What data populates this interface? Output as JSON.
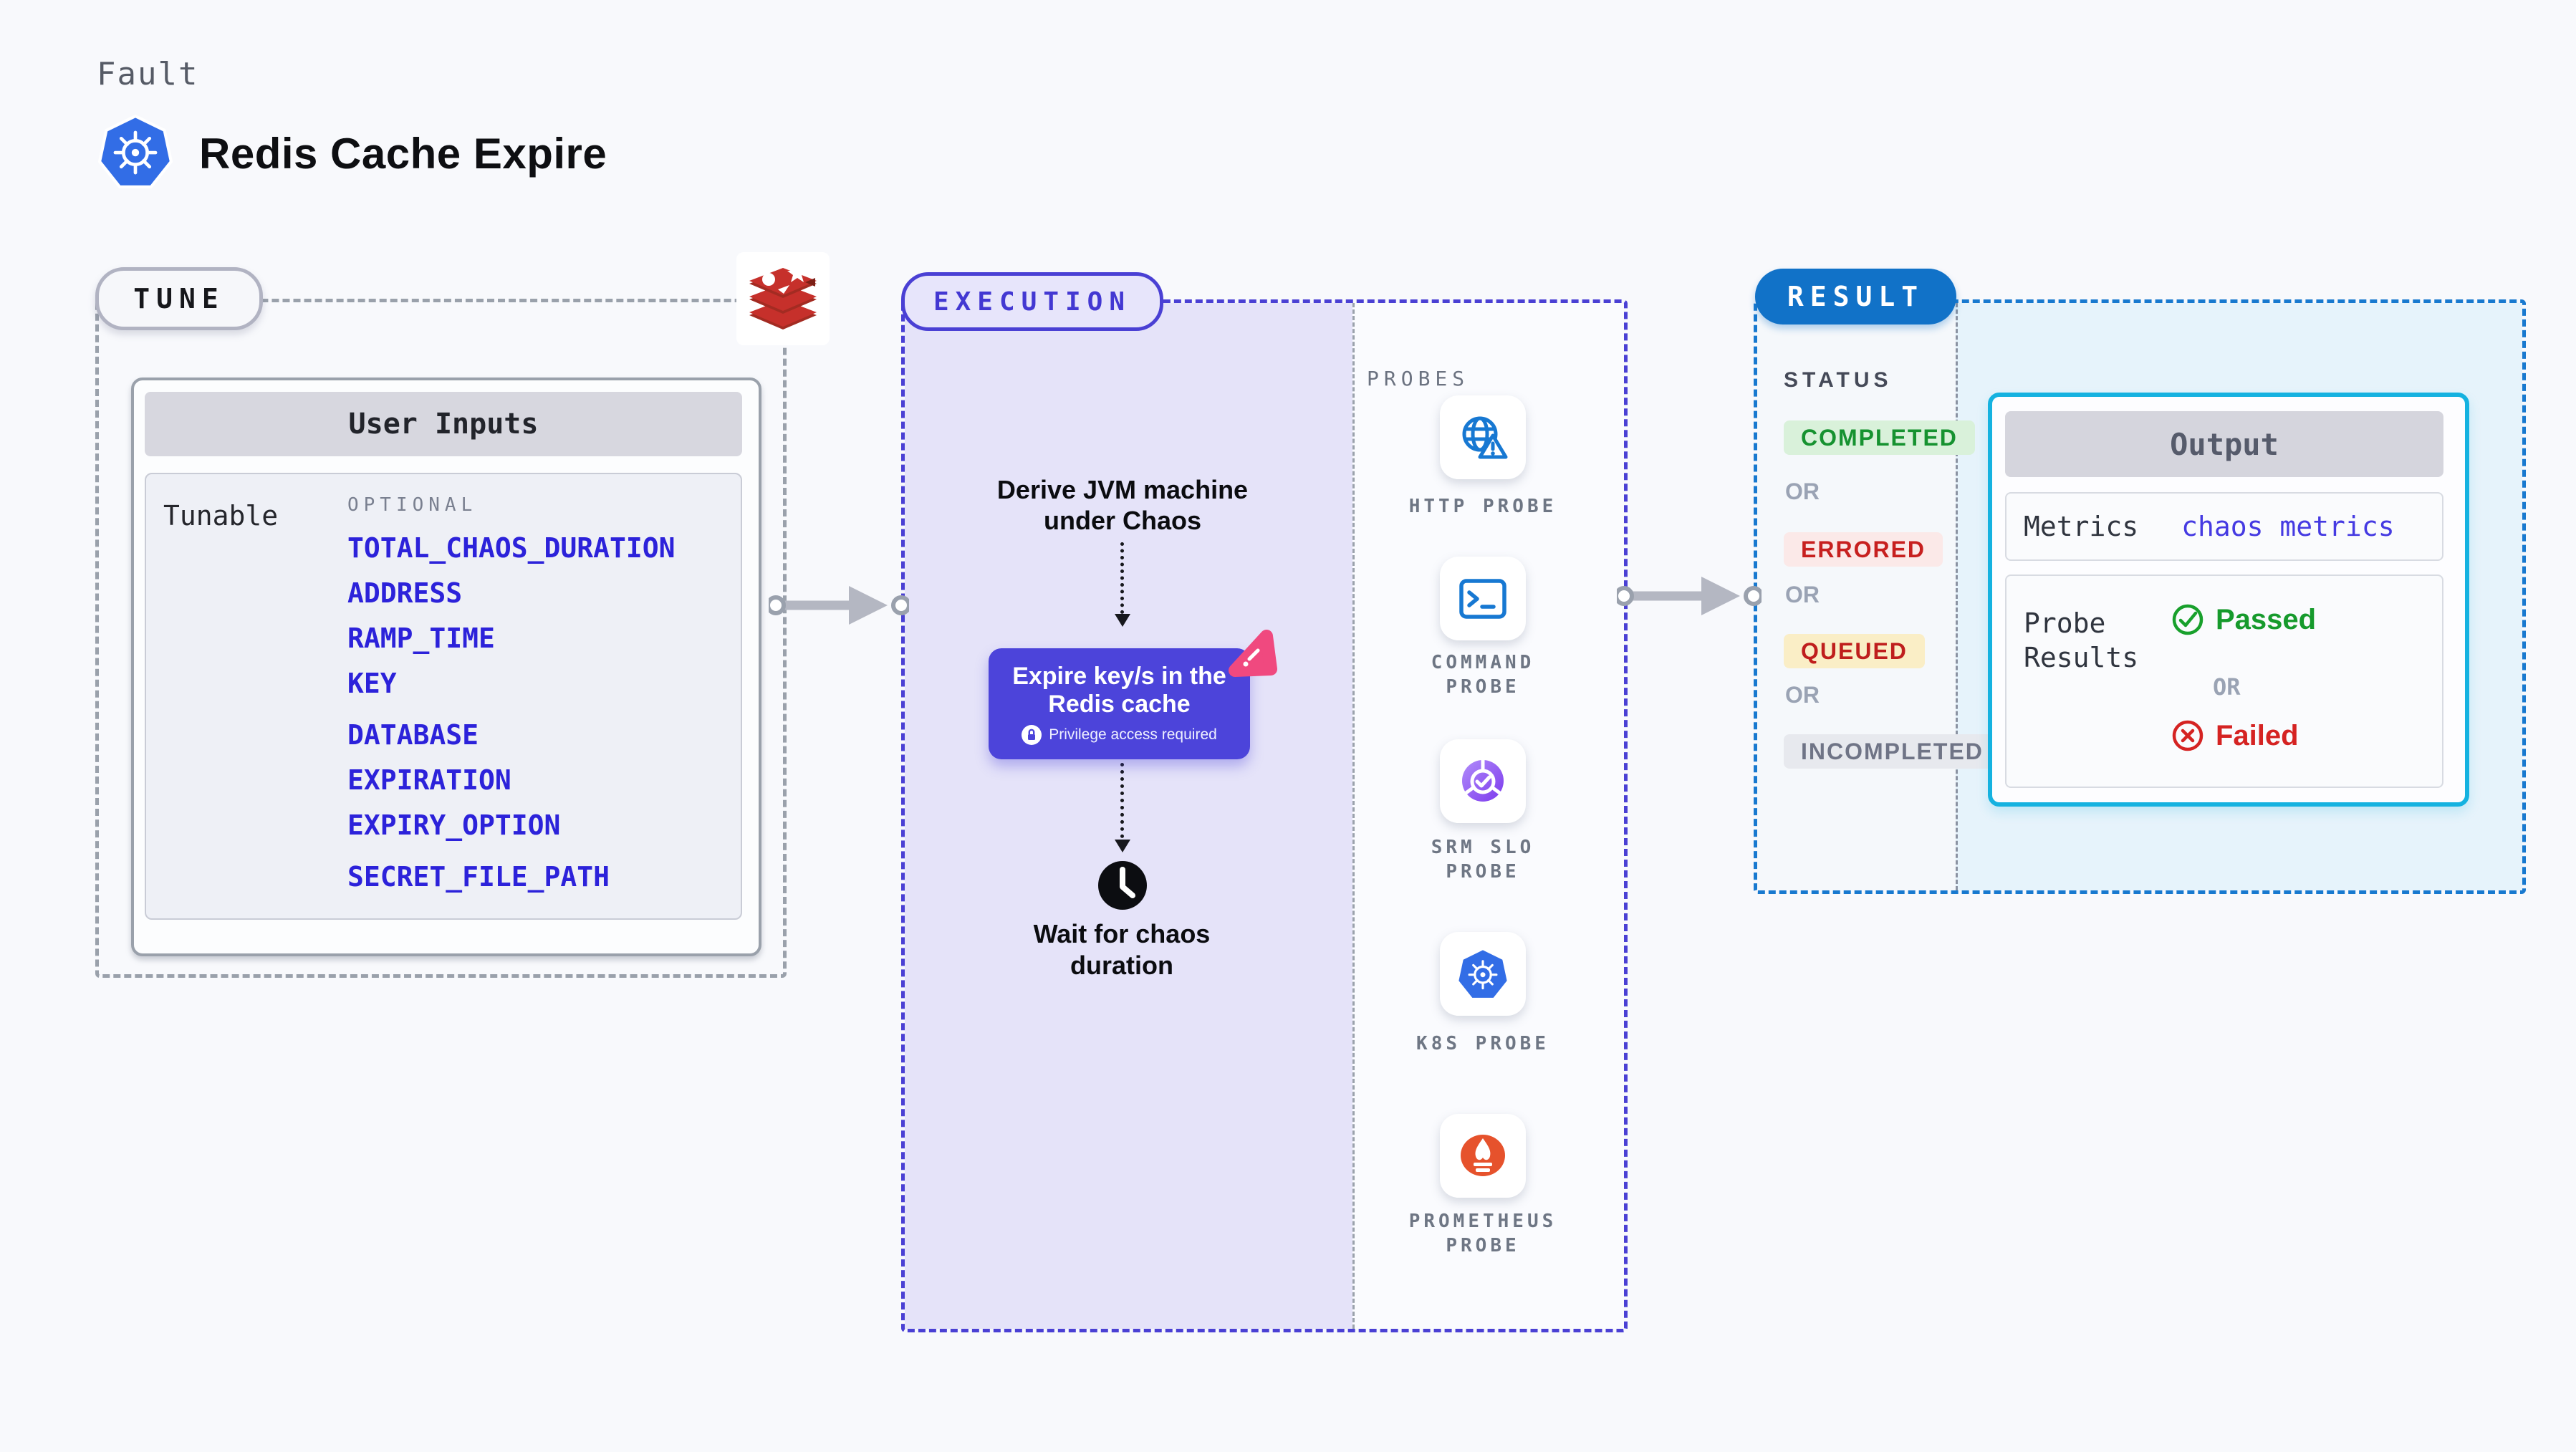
{
  "header": {
    "kicker": "Fault",
    "title": "Redis Cache Expire"
  },
  "tune": {
    "pill_label": "TUNE",
    "user_inputs": {
      "title": "User Inputs",
      "left_label": "Tunable",
      "group_label": "OPTIONAL",
      "items": [
        {
          "label": "TOTAL_CHAOS_DURATION"
        },
        {
          "label": "ADDRESS"
        },
        {
          "label": "RAMP_TIME"
        },
        {
          "label": "KEY"
        },
        {
          "label": "DATABASE"
        },
        {
          "label": "EXPIRATION"
        },
        {
          "label": "EXPIRY_OPTION"
        },
        {
          "label": "SECRET_FILE_PATH"
        }
      ]
    }
  },
  "execution": {
    "pill_label": "EXECUTION",
    "derive_step": "Derive JVM machine under Chaos",
    "fault_card": {
      "title": "Expire key/s in the Redis cache",
      "privilege_note": "Privilege access required"
    },
    "wait_step": "Wait for chaos duration"
  },
  "probes": {
    "column_label": "PROBES",
    "items": [
      {
        "name": "HTTP PROBE",
        "icon": "globe-alert-icon"
      },
      {
        "name": "COMMAND PROBE",
        "icon": "terminal-icon"
      },
      {
        "name": "SRM SLO PROBE",
        "icon": "slo-gauge-check-icon"
      },
      {
        "name": "K8S PROBE",
        "icon": "kubernetes-icon"
      },
      {
        "name": "PROMETHEUS PROBE",
        "icon": "prometheus-flame-icon"
      }
    ]
  },
  "result": {
    "pill_label": "RESULT",
    "status_label": "STATUS",
    "or_label": "OR",
    "statuses": [
      {
        "label": "COMPLETED",
        "type": "completed"
      },
      {
        "label": "ERRORED",
        "type": "errored"
      },
      {
        "label": "QUEUED",
        "type": "queued"
      },
      {
        "label": "INCOMPLETED",
        "type": "incompleted"
      }
    ],
    "output": {
      "title": "Output",
      "metrics_label": "Metrics",
      "metrics_value": "chaos metrics",
      "probe_results_label": "Probe Results",
      "passed_label": "Passed",
      "failed_label": "Failed"
    }
  },
  "colors": {
    "accent_indigo": "#4a40d4",
    "link_blue": "#2c22da",
    "result_blue": "#1172c8",
    "output_cyan": "#15b2e0",
    "passed_green": "#169a2c",
    "failed_red": "#d52322",
    "completed_green_bg": "#d9f1da",
    "errored_red_bg": "#fbe9e8",
    "queued_yellow_bg": "#faeec6",
    "incompleted_gray_bg": "#e7e9ee",
    "lavender_bg": "#e5e3f9",
    "result_bg": "#e6f3fb",
    "redis_red": "#c6302b",
    "k8s_blue": "#326de6",
    "prometheus_orange": "#e6522c",
    "pink_badge": "#f0497f"
  }
}
